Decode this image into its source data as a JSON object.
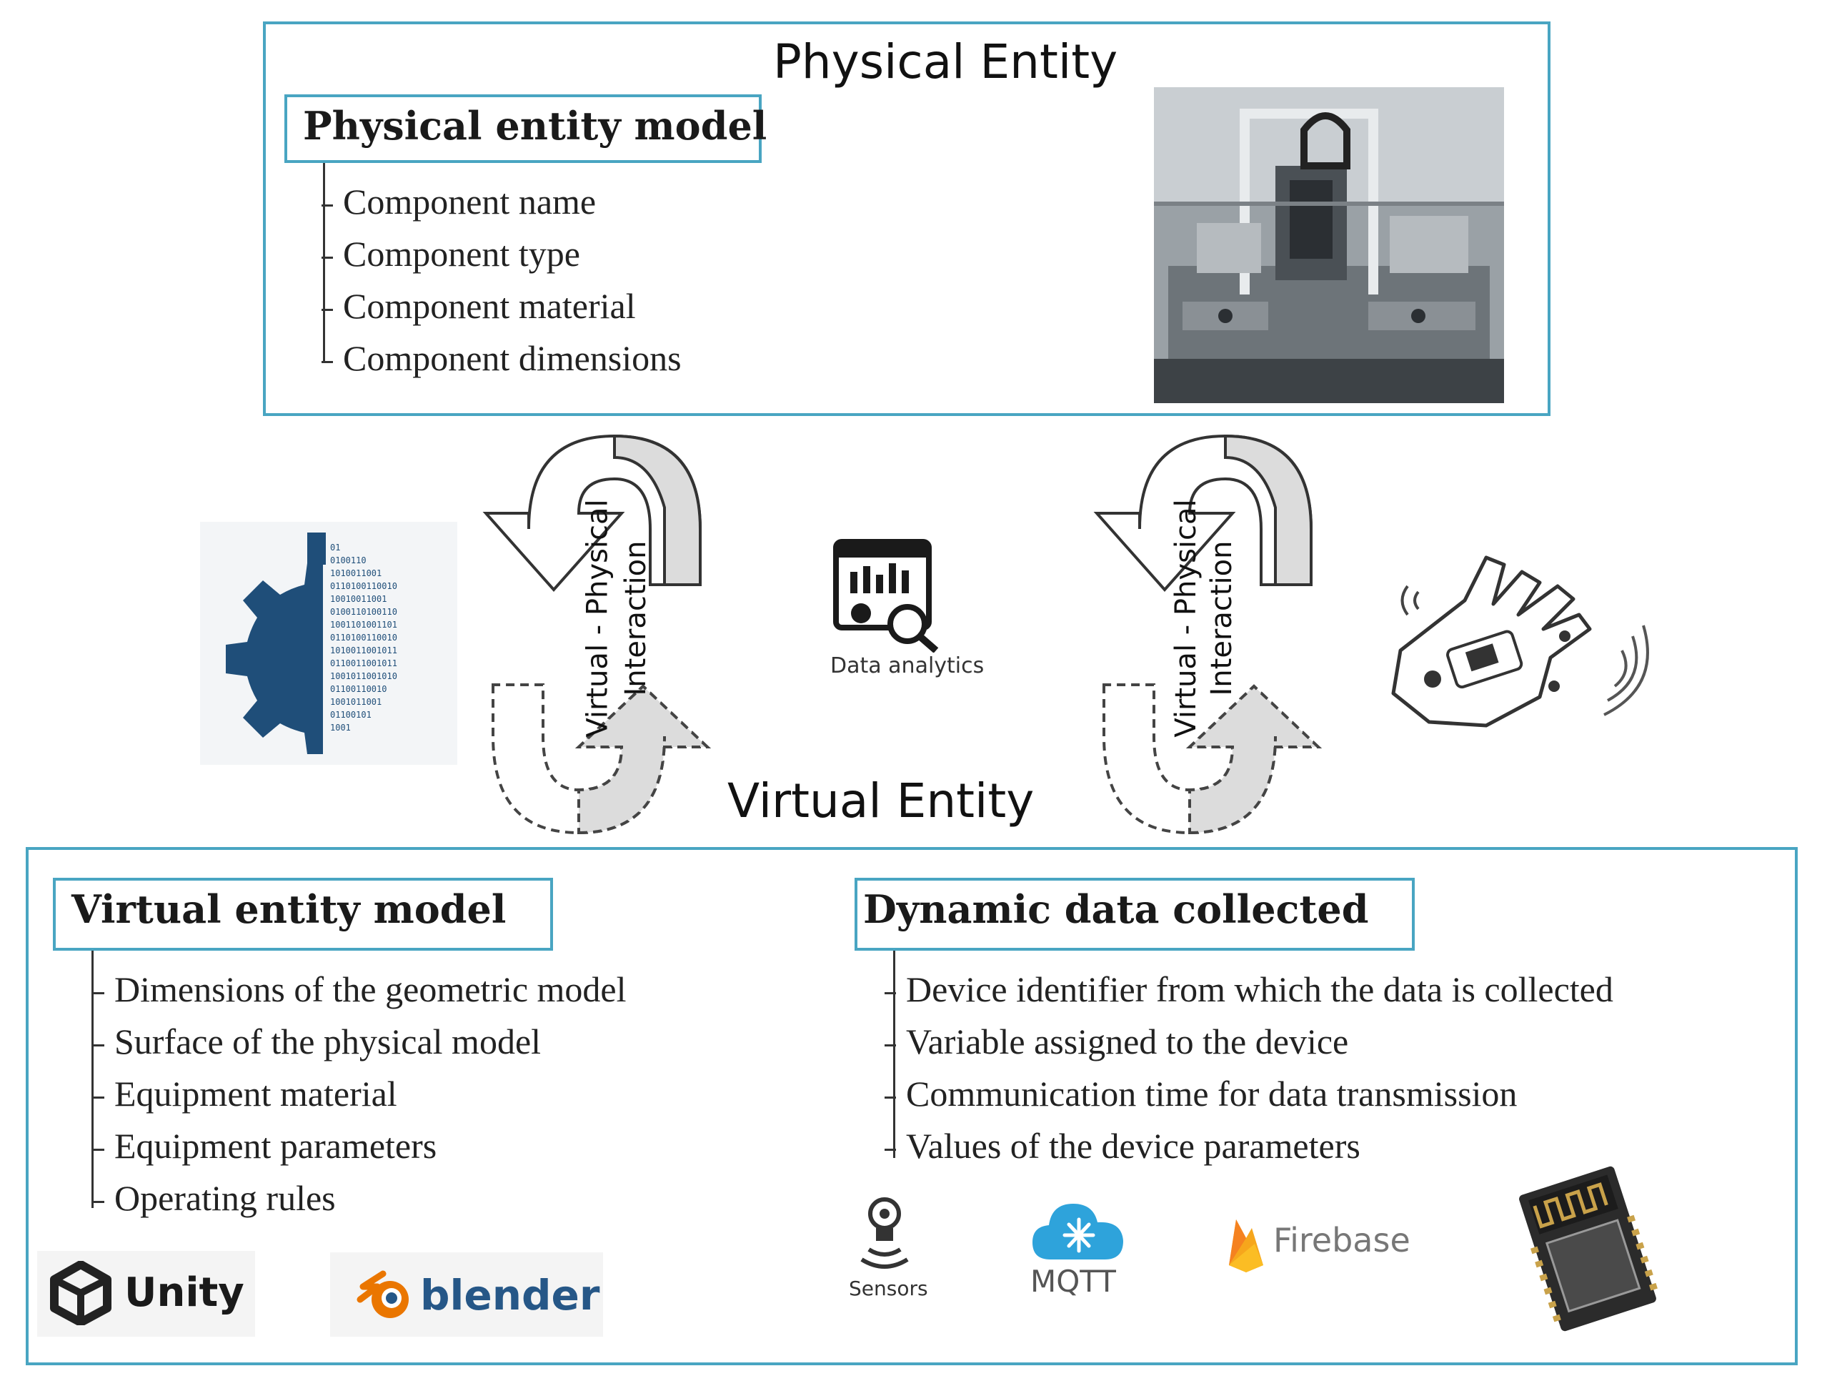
{
  "physical": {
    "heading": "Physical Entity",
    "model_title": "Physical entity model",
    "items": [
      "Component name",
      "Component type",
      "Component material",
      "Component dimensions"
    ]
  },
  "virtual": {
    "heading": "Virtual Entity",
    "model_title": "Virtual entity model",
    "items": [
      "Dimensions of the geometric model",
      "Surface of the physical model",
      "Equipment material",
      "Equipment parameters",
      "Operating rules"
    ]
  },
  "dynamic": {
    "title": "Dynamic data collected",
    "items": [
      "Device identifier from which the data is collected",
      "Variable assigned to the device",
      "Communication time for data transmission",
      "Values of the device parameters"
    ]
  },
  "interaction": {
    "line1": "Virtual - Physical",
    "line2": "Interaction"
  },
  "icons": {
    "data_analytics": "Data analytics",
    "sensors": "Sensors",
    "mqtt": "MQTT",
    "firebase": "Firebase",
    "unity": "Unity",
    "blender": "blender"
  },
  "colors": {
    "frame": "#49a5c2",
    "gear": "#1f4e79"
  }
}
